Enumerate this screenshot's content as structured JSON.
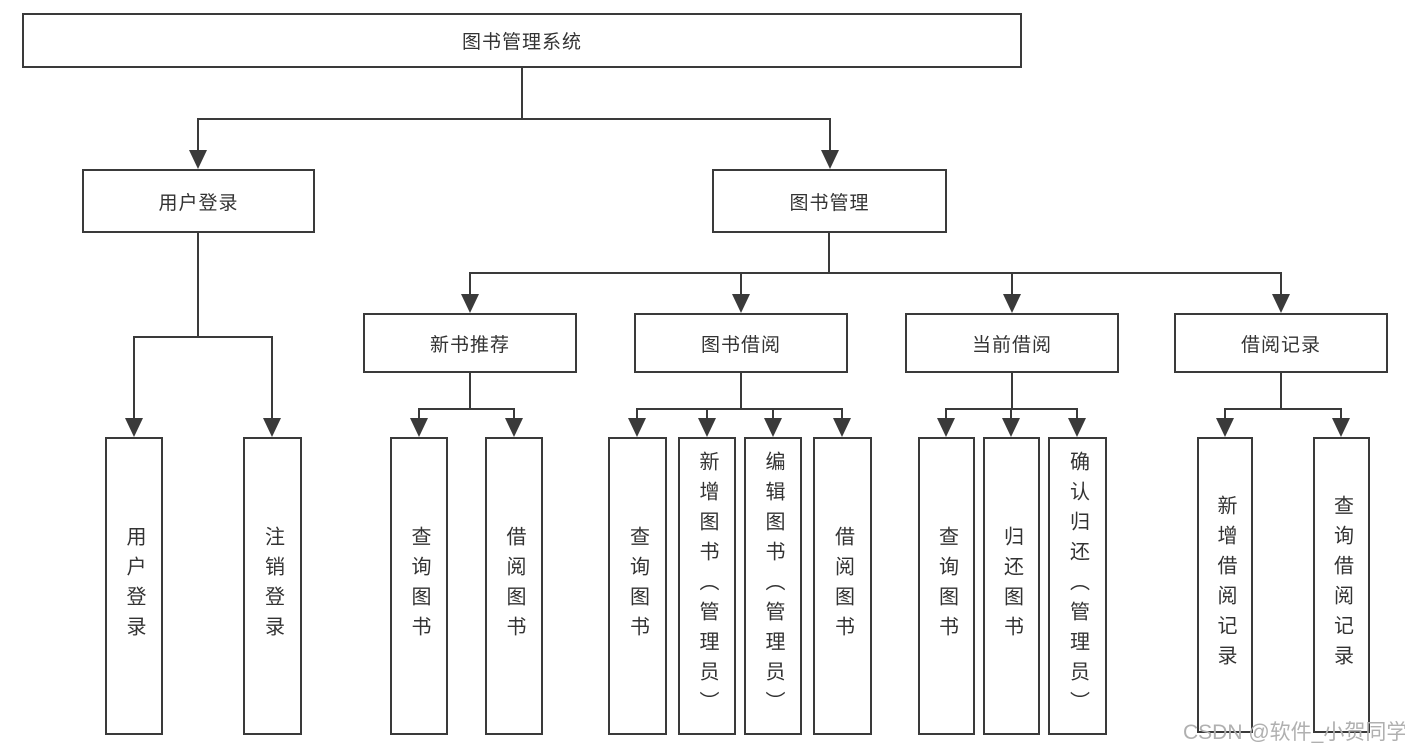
{
  "diagram": {
    "root": "图书管理系统",
    "branches": [
      {
        "label": "用户登录",
        "children": [
          "用户登录",
          "注销登录"
        ]
      },
      {
        "label": "图书管理",
        "children": [
          {
            "label": "新书推荐",
            "children": [
              "查询图书",
              "借阅图书"
            ]
          },
          {
            "label": "图书借阅",
            "children": [
              "查询图书",
              "新增图书（管理员）",
              "编辑图书（管理员）",
              "借阅图书"
            ]
          },
          {
            "label": "当前借阅",
            "children": [
              "查询图书",
              "归还图书",
              "确认归还（管理员）"
            ]
          },
          {
            "label": "借阅记录",
            "children": [
              "新增借阅记录",
              "查询借阅记录"
            ]
          }
        ]
      }
    ]
  },
  "watermark": "CSDN @软件_小贺同学",
  "colors": {
    "line": "#3a3a3a",
    "text": "#333333",
    "watermark": "#b0b0b0"
  }
}
